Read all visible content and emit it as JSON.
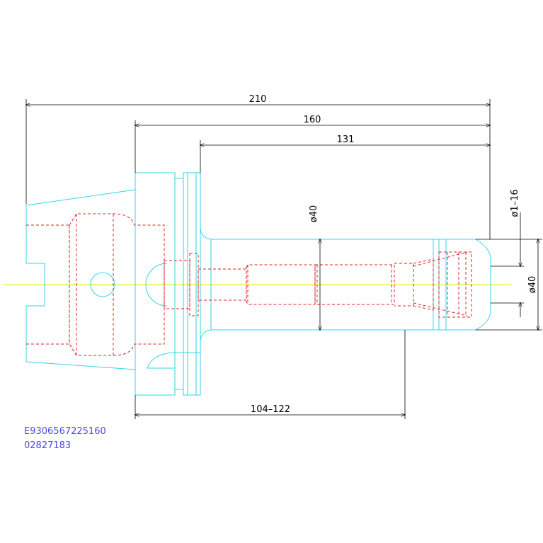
{
  "dimensions": {
    "total_length": "210",
    "flange_length": "160",
    "body_length": "131",
    "body_diameter": "ø40",
    "clamp_range": "ø1–16",
    "nose_diameter": "ø40",
    "gauge_length": "104–122"
  },
  "codes": {
    "line1": "E9306567225160",
    "line2": "02827183"
  },
  "colors": {
    "outline": "#33d6e6",
    "hidden": "#e02020",
    "dimension": "#000000",
    "centerline": "#e6e600",
    "code_text": "#4a4ae0"
  }
}
